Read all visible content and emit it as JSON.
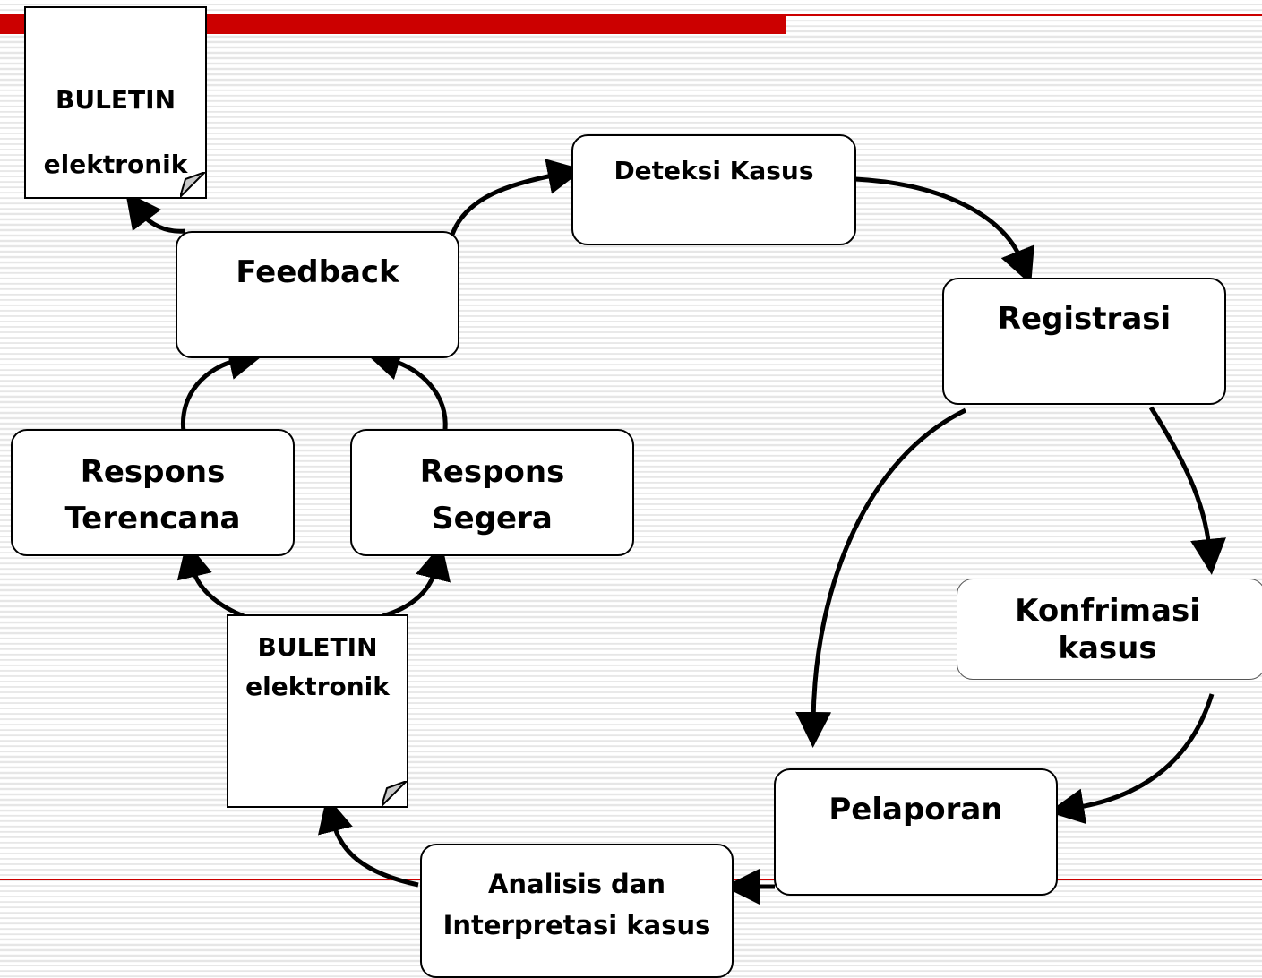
{
  "nodes": {
    "deteksi": "Deteksi Kasus",
    "registrasi": "Registrasi",
    "konfirmasi_line1": "Konfrimasi",
    "konfirmasi_line2": "kasus",
    "pelaporan": "Pelaporan",
    "analisis_line1": "Analisis dan",
    "analisis_line2": "Interpretasi kasus",
    "feedback": "Feedback",
    "respons_terencana_line1": "Respons",
    "respons_terencana_line2": "Terencana",
    "respons_segera_line1": "Respons",
    "respons_segera_line2": "Segera"
  },
  "documents": {
    "top_line1": "BULETIN",
    "top_line2": "elektronik",
    "middle_line1": "BULETIN",
    "middle_line2": "elektronik"
  },
  "colors": {
    "accent": "#cc0000",
    "stroke": "#000000",
    "box_fill": "#ffffff"
  }
}
